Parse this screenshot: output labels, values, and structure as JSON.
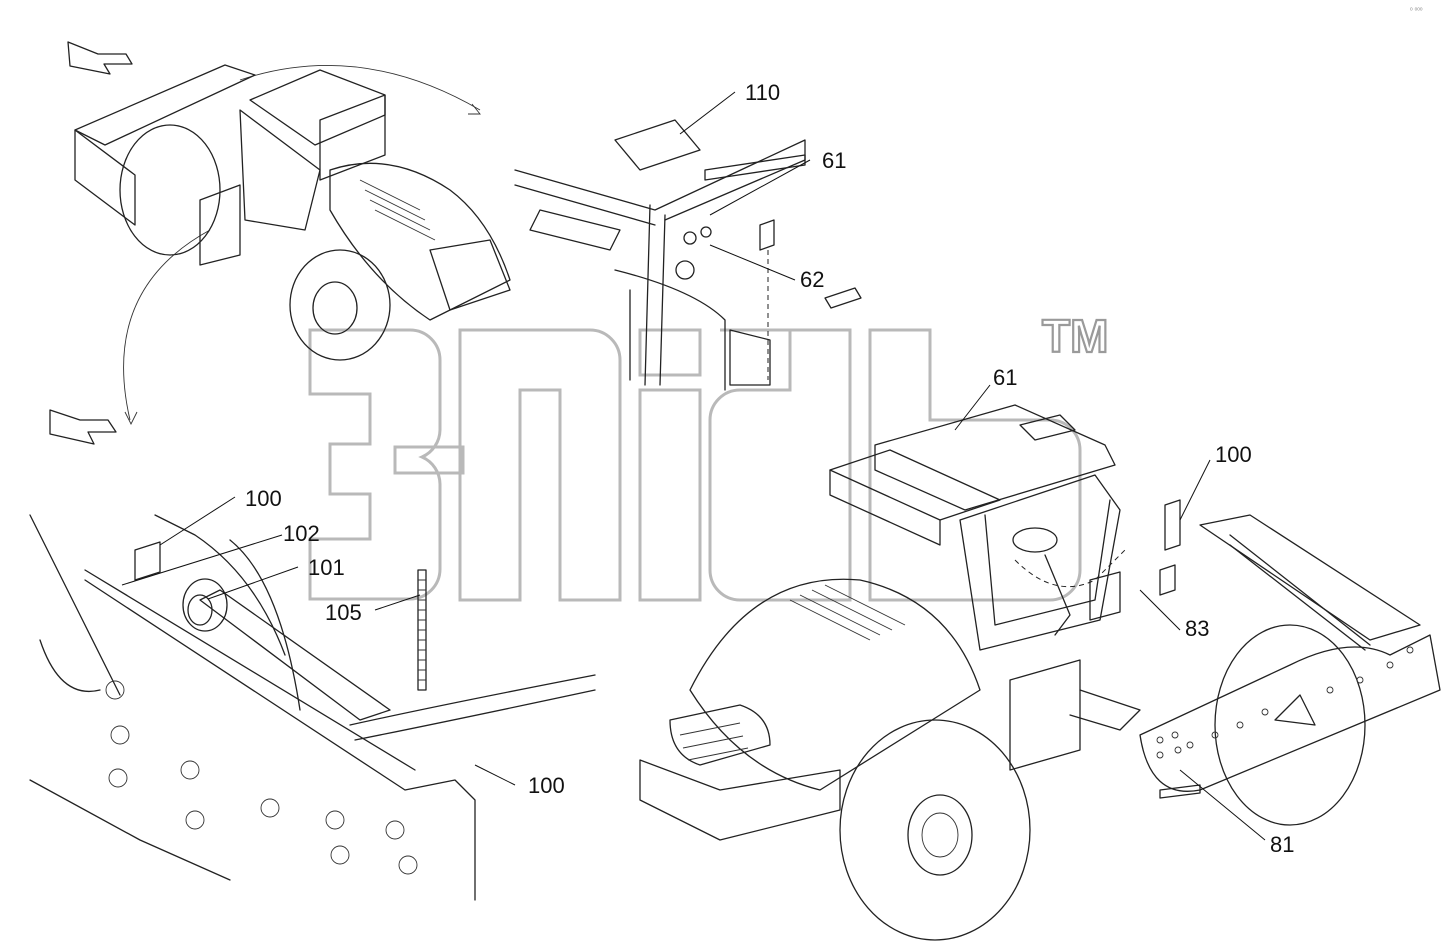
{
  "diagram": {
    "callouts": [
      {
        "id": "c110",
        "text": "110"
      },
      {
        "id": "c61a",
        "text": "61"
      },
      {
        "id": "c62",
        "text": "62"
      },
      {
        "id": "c61b",
        "text": "61"
      },
      {
        "id": "c100a",
        "text": "100"
      },
      {
        "id": "c100b",
        "text": "100"
      },
      {
        "id": "c102",
        "text": "102"
      },
      {
        "id": "c101",
        "text": "101"
      },
      {
        "id": "c105",
        "text": "105"
      },
      {
        "id": "c83",
        "text": "83"
      },
      {
        "id": "c100c",
        "text": "100"
      },
      {
        "id": "c81",
        "text": "81"
      }
    ],
    "watermark_mark": "TM",
    "corner_mark": "ᵒ ᵒᵒᵒ"
  }
}
